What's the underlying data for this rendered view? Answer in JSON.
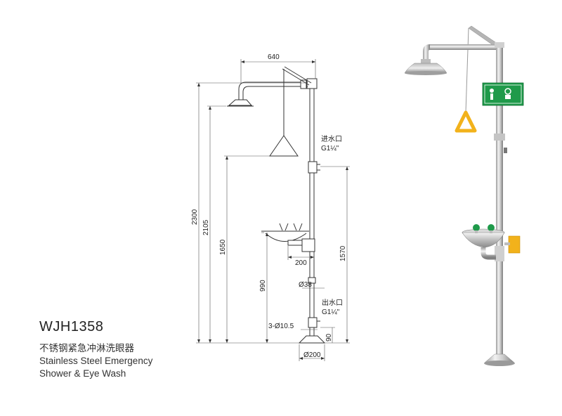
{
  "product": {
    "model": "WJH1358",
    "name_cn": "不锈钢紧急冲淋洗眼器",
    "name_en_line1": "Stainless Steel Emergency",
    "name_en_line2": "Shower & Eye Wash"
  },
  "dimensions": {
    "shower_reach": "640",
    "total_height": "2300",
    "shower_head_height": "2105",
    "pull_handle_height": "1650",
    "inlet_height": "1570",
    "bowl_height": "990",
    "bowl_width": "200",
    "pipe_diameter": "Ø38",
    "base_holes": "3-Ø10.5",
    "outlet_height": "90",
    "base_diameter": "Ø200"
  },
  "ports": {
    "inlet_label": "进水口",
    "inlet_size": "G1¼\"",
    "outlet_label": "出水口",
    "outlet_size": "G1¼\""
  },
  "colors": {
    "line": "#333333",
    "steel_light": "#e6e6e6",
    "steel_dark": "#8c8c8c",
    "sign_green": "#1f9a4a",
    "handle_yellow": "#f2b21b"
  }
}
